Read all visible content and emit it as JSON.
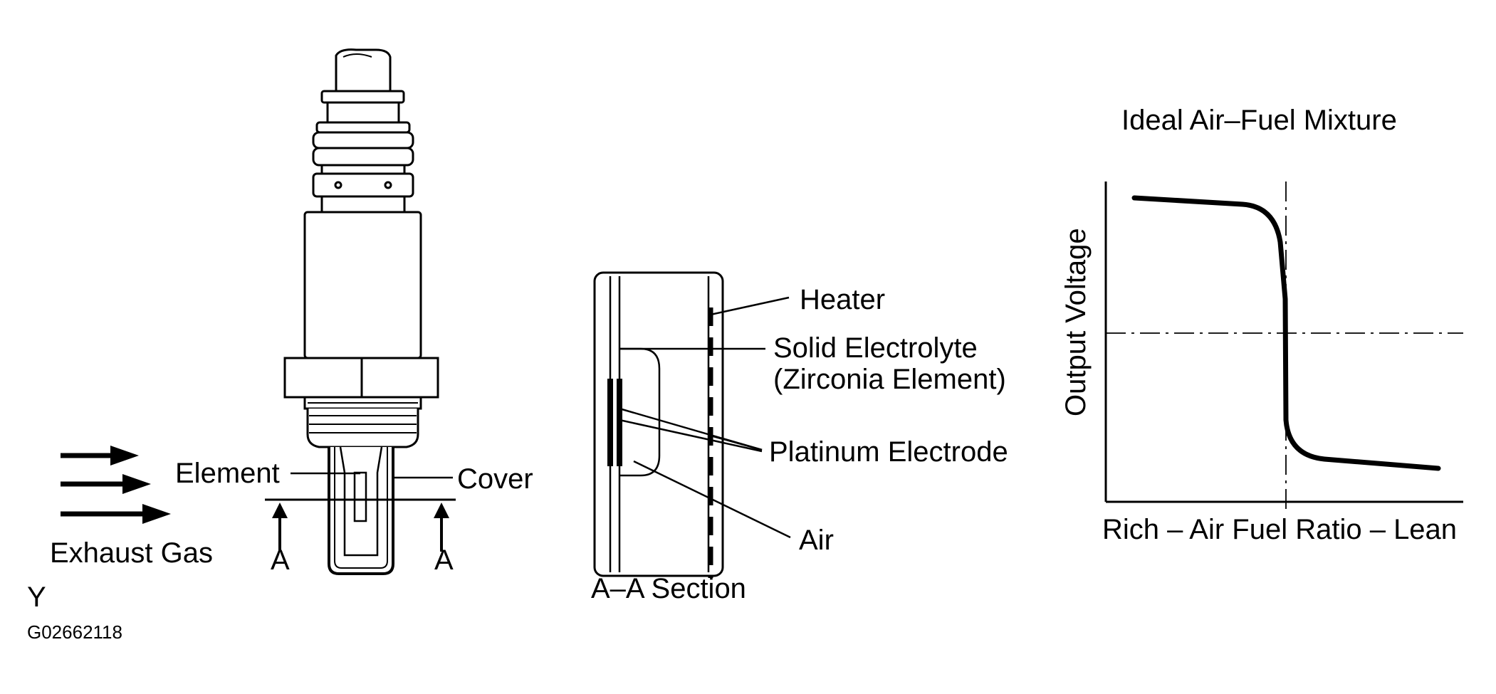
{
  "sensor": {
    "labels": {
      "element": "Element",
      "cover": "Cover",
      "exhaust_gas": "Exhaust Gas",
      "section_mark_left": "A",
      "section_mark_right": "A"
    }
  },
  "section": {
    "title": "A–A Section",
    "labels": {
      "heater": "Heater",
      "solid_electrolyte_line1": "Solid Electrolyte",
      "solid_electrolyte_line2": "(Zirconia Element)",
      "platinum_electrode": "Platinum Electrode",
      "air": "Air"
    }
  },
  "graph": {
    "title": "Ideal Air–Fuel Mixture",
    "ylabel": "Output Voltage",
    "xlabel": "Rich – Air Fuel Ratio – Lean"
  },
  "footer": {
    "view_letter": "Y",
    "figure_code": "G02662118"
  }
}
